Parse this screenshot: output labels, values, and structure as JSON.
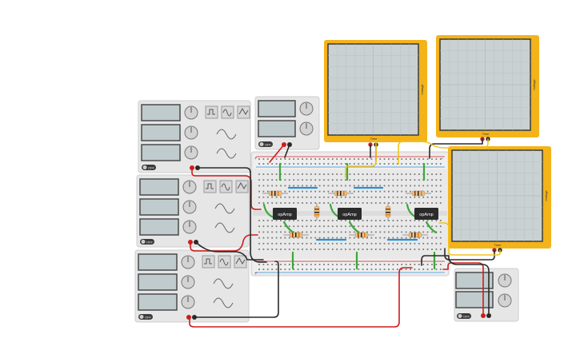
{
  "canvas": {
    "background": "#ffffff"
  },
  "colors": {
    "scope_frame": "#f3b31a",
    "scope_screen": "#c9d1d2",
    "device_body": "#e6e6e6",
    "display": "#c0cbcd",
    "breadboard": "#e8e8e8",
    "chip": "#2b2b2b",
    "wire_red": "#d01c1c",
    "wire_black": "#2a2a2a",
    "wire_green": "#3aa838",
    "wire_blue": "#2a8fd6",
    "wire_yellow": "#f1c419"
  },
  "function_generators": [
    {
      "power_label": "OFF",
      "icons": [
        "square-wave-icon",
        "sine-wave-icon",
        "triangle-wave-icon"
      ]
    },
    {
      "power_label": "OFF",
      "icons": [
        "square-wave-icon",
        "sine-wave-icon",
        "triangle-wave-icon"
      ]
    },
    {
      "power_label": "OFF",
      "icons": [
        "square-wave-icon",
        "sine-wave-icon",
        "triangle-wave-icon"
      ]
    }
  ],
  "power_supplies": [
    {
      "power_label": "OFF"
    },
    {
      "power_label": "OFF"
    }
  ],
  "oscilloscopes": [
    {
      "x_axis_label": "Time",
      "y_axis_label": "Voltage"
    },
    {
      "x_axis_label": "Time",
      "y_axis_label": "Voltage"
    },
    {
      "x_axis_label": "Time",
      "y_axis_label": "Voltage"
    }
  ],
  "opamps": [
    {
      "label": "opAmp"
    },
    {
      "label": "opAmp"
    },
    {
      "label": "opAmp"
    }
  ],
  "breadboard": {
    "plus_label": "+",
    "minus_label": "-"
  }
}
